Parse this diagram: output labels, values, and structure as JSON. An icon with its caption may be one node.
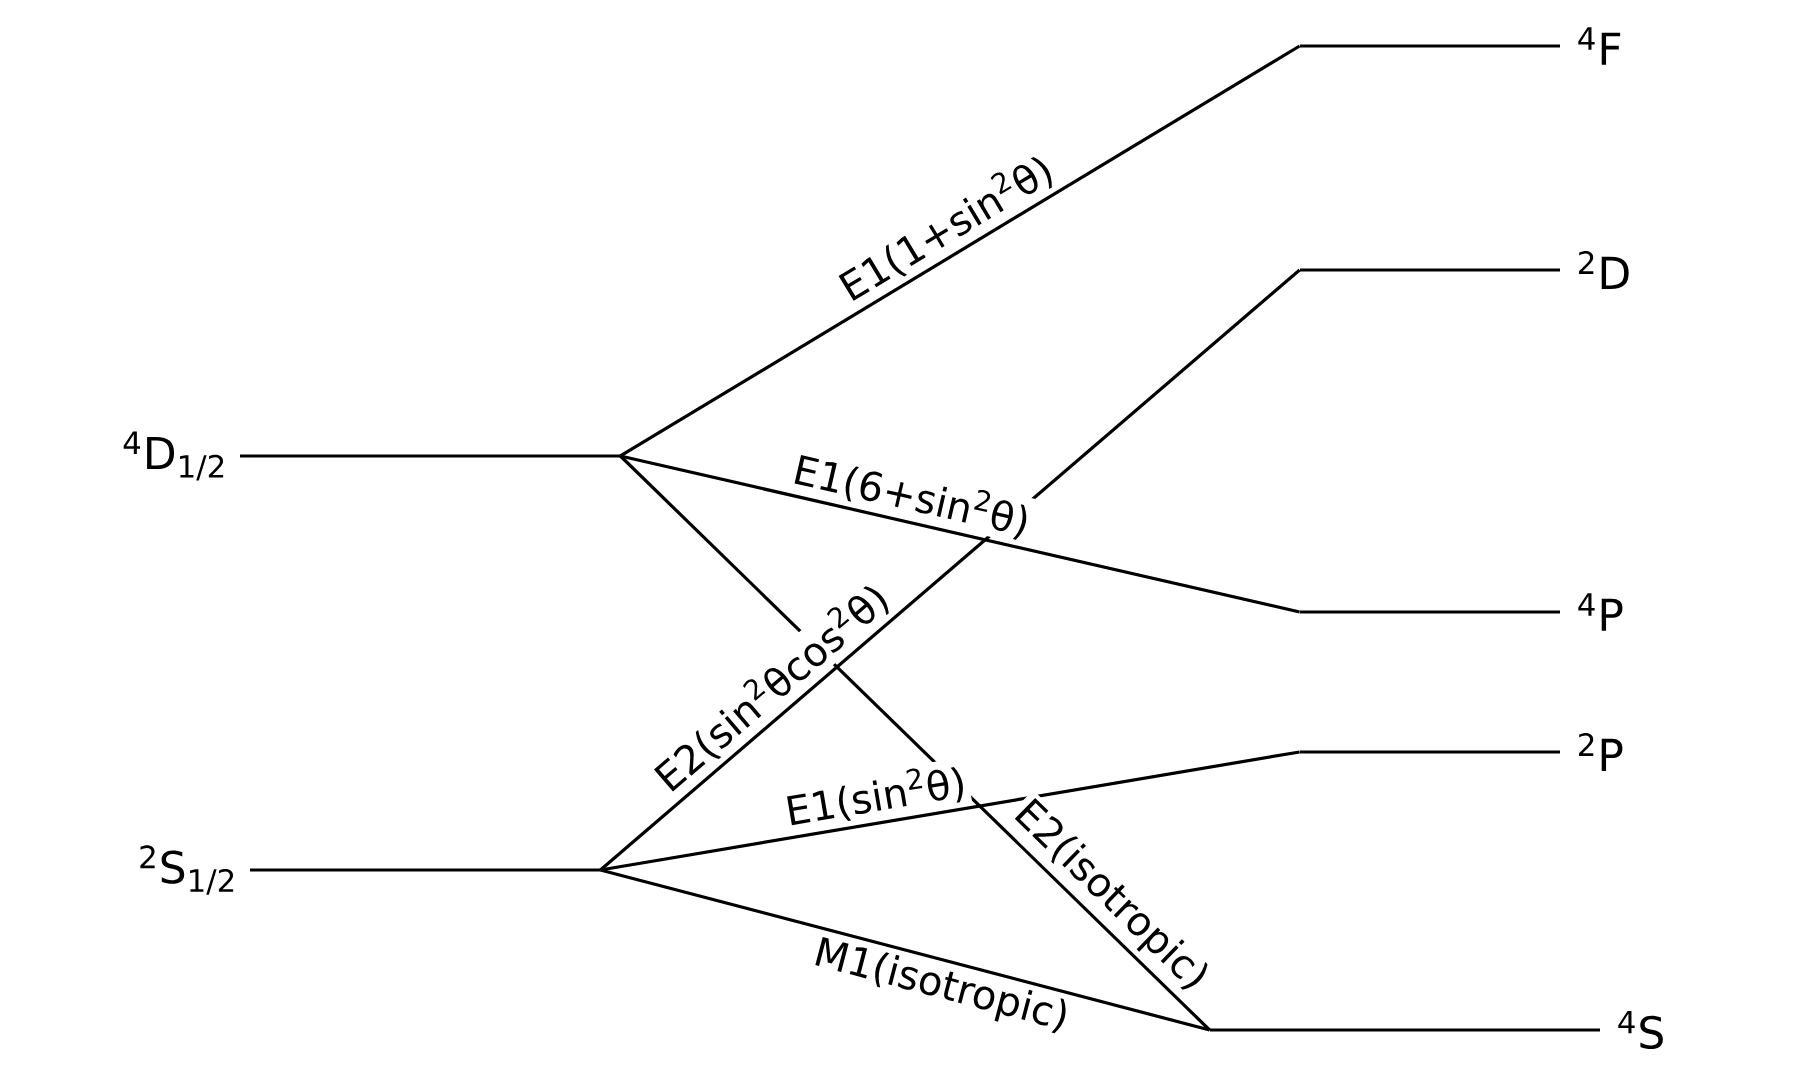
{
  "diagram": {
    "nodes": [
      {
        "text": [
          "$^{4}$D$_{1/2}$"
        ]
      },
      {
        "text": [
          "$^{2}$S$_{1/2}$"
        ]
      },
      {
        "text": [
          "$^{4}$F"
        ]
      },
      {
        "text": [
          "$^{2}$D"
        ]
      },
      {
        "text": [
          "$^{4}$P"
        ]
      },
      {
        "text": [
          "$^{2}$P"
        ]
      },
      {
        "text": [
          "$^{4}$S"
        ]
      }
    ],
    "edges": [
      {
        "from": 0,
        "to": 2,
        "arrow": "none",
        "label": "E1(1+sin$^{2}$θ)"
      },
      {
        "from": 0,
        "to": 4,
        "arrow": "none",
        "label": "E1(6+sin$^{2}$θ)"
      },
      {
        "from": 0,
        "to": 6,
        "arrow": "none",
        "label": "E2(isotropic)"
      },
      {
        "from": 1,
        "to": 3,
        "arrow": "none",
        "label": "E2(sin$^{2}$θcos$^{2}$θ)"
      },
      {
        "from": 1,
        "to": 5,
        "arrow": "none",
        "label": "E1(sin$^{2}$θ)"
      },
      {
        "from": 1,
        "to": 6,
        "arrow": "none",
        "label": "M1(isotropic)"
      }
    ]
  }
}
